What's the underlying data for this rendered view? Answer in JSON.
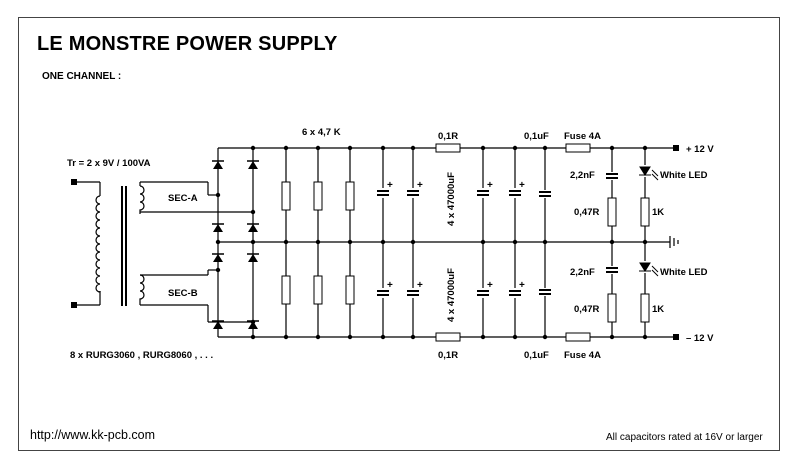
{
  "title": "LE MONSTRE POWER SUPPLY",
  "subtitle": "ONE CHANNEL :",
  "footer": {
    "url": "http://www.kk-pcb.com",
    "note": "All capacitors rated at 16V or larger"
  },
  "labels": {
    "transformer": "Tr = 2 x 9V / 100VA",
    "sec_a": "SEC-A",
    "sec_b": "SEC-B",
    "diodes": "8 x RURG3060 , RURG8060 , . . .",
    "bleeders": "6 x 4,7 K",
    "r_top": "0,1R",
    "r_bot": "0,1R",
    "cap_top": "0,1uF",
    "cap_bot": "0,1uF",
    "fuse_top": "Fuse 4A",
    "fuse_bot": "Fuse 4A",
    "cap_bank_top": "4 x 47000uF",
    "cap_bank_bot": "4 x 47000uF",
    "c22_top": "2,2nF",
    "c22_bot": "2,2nF",
    "r047_top": "0,47R",
    "r047_bot": "0,47R",
    "led_top": "White LED",
    "led_bot": "White LED",
    "r1k_top": "1K",
    "r1k_bot": "1K",
    "plus": "+ 12 V",
    "minus": "– 12 V",
    "cap_plus": "+"
  }
}
